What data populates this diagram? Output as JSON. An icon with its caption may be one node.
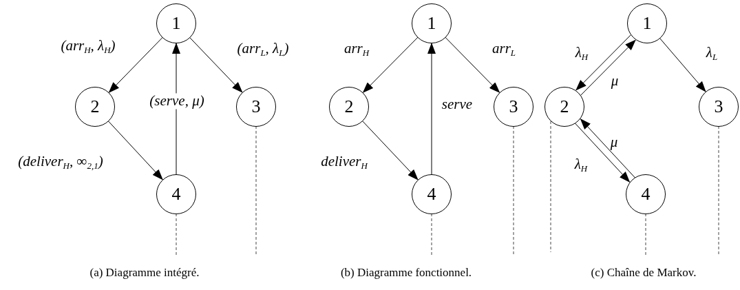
{
  "diagram": {
    "nodes": [
      {
        "text": [
          "1"
        ]
      },
      {
        "text": [
          "2"
        ]
      },
      {
        "text": [
          "3"
        ]
      },
      {
        "text": [
          "4"
        ]
      },
      {
        "text": [
          "1"
        ]
      },
      {
        "text": [
          "2"
        ]
      },
      {
        "text": [
          "3"
        ]
      },
      {
        "text": [
          "4"
        ]
      },
      {
        "text": [
          "1"
        ]
      },
      {
        "text": [
          "2"
        ]
      },
      {
        "text": [
          "3"
        ]
      },
      {
        "text": [
          "4"
        ]
      }
    ],
    "edges": [
      {
        "from": 0,
        "to": 1,
        "arrow": "to",
        "label": "(arr$_{H}$, λ$_{H}$)"
      },
      {
        "from": 0,
        "to": 2,
        "arrow": "to",
        "label": "(arr$_{L}$, λ$_{L}$)"
      },
      {
        "from": 3,
        "to": 0,
        "arrow": "to",
        "label": "(serve, μ)"
      },
      {
        "from": 1,
        "to": 3,
        "arrow": "to",
        "label": "(deliver$_{H}$, ∞$_{2,1}$)"
      },
      {
        "from": 2,
        "to": null,
        "arrow": "none",
        "style": "dashed"
      },
      {
        "from": 3,
        "to": null,
        "arrow": "none",
        "style": "dashed"
      },
      {
        "from": 4,
        "to": 5,
        "arrow": "to",
        "label": "arr$_{H}$"
      },
      {
        "from": 4,
        "to": 6,
        "arrow": "to",
        "label": "arr$_{L}$"
      },
      {
        "from": 7,
        "to": 4,
        "arrow": "to",
        "label": "serve"
      },
      {
        "from": 5,
        "to": 7,
        "arrow": "to",
        "label": "deliver$_{H}$"
      },
      {
        "from": 6,
        "to": null,
        "arrow": "none",
        "style": "dashed"
      },
      {
        "from": 7,
        "to": null,
        "arrow": "none",
        "style": "dashed"
      },
      {
        "from": 8,
        "to": 9,
        "arrow": "to",
        "label": "λ$_{H}$"
      },
      {
        "from": 9,
        "to": 8,
        "arrow": "to",
        "label": "μ"
      },
      {
        "from": 8,
        "to": 10,
        "arrow": "to",
        "label": "λ$_{L}$"
      },
      {
        "from": 9,
        "to": 11,
        "arrow": "to",
        "label": "λ$_{H}$"
      },
      {
        "from": 11,
        "to": 9,
        "arrow": "to",
        "label": "μ"
      },
      {
        "from": 10,
        "to": null,
        "arrow": "none",
        "style": "dashed"
      },
      {
        "from": 11,
        "to": null,
        "arrow": "none",
        "style": "dashed"
      }
    ],
    "labels": [
      "(a) Diagramme intégré.",
      "(b) Diagramme fonctionnel.",
      "(c) Chaîne de Markov."
    ]
  }
}
